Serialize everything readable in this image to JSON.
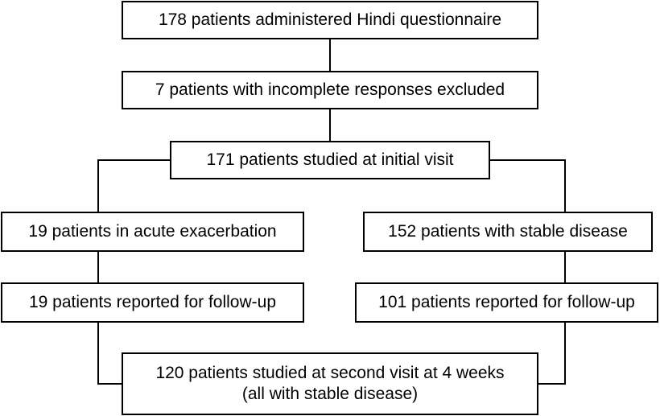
{
  "flowchart": {
    "steps": {
      "administered": "178 patients administered Hindi questionnaire",
      "excluded": "7 patients with incomplete responses excluded",
      "initial_visit": "171 patients studied at initial visit",
      "acute": "19 patients in acute exacerbation",
      "stable": "152 patients with stable disease",
      "acute_followup": "19 patients reported for follow-up",
      "stable_followup": "101 patients reported for follow-up",
      "second_visit_line1": "120 patients studied at second visit at 4 weeks",
      "second_visit_line2": "(all with stable disease)"
    }
  }
}
